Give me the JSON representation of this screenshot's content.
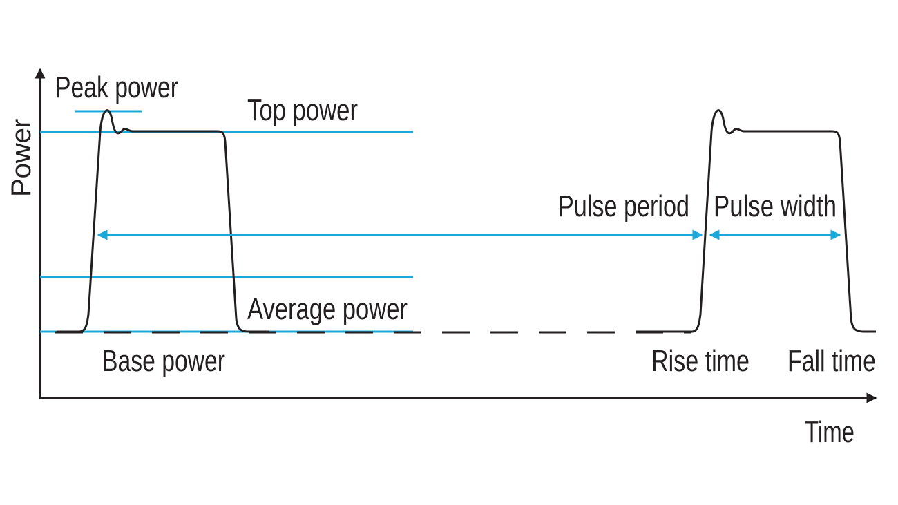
{
  "axes": {
    "x_label": "Time",
    "y_label": "Power"
  },
  "labels": {
    "peak_power": "Peak power",
    "top_power": "Top power",
    "average_power": "Average power",
    "base_power": "Base power",
    "pulse_period": "Pulse period",
    "pulse_width": "Pulse width",
    "rise_time": "Rise time",
    "fall_time": "Fall time"
  },
  "colors": {
    "reference_line": "#1ba9d9",
    "waveform": "#231f20",
    "axis": "#231f20",
    "background": "#ffffff"
  }
}
